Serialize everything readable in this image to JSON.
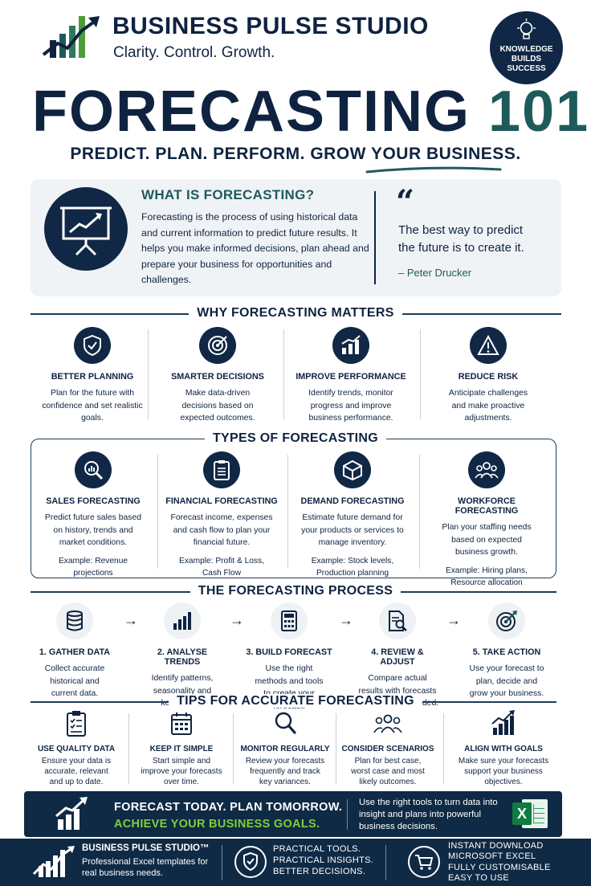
{
  "header": {
    "brand_name": "BUSINESS PULSE STUDIO",
    "tagline": "Clarity. Control. Growth.",
    "badge": "KNOWLEDGE\nBUILDS\nSUCCESS",
    "title_main": "FORECASTING",
    "title_num": "101",
    "subtitle": "PREDICT. PLAN. PERFORM. GROW YOUR BUSINESS."
  },
  "what": {
    "title": "WHAT IS FORECASTING?",
    "body": "Forecasting is the process of using historical data and current information to predict future results. It helps you make informed decisions, plan ahead and prepare your business for opportunities and challenges.",
    "quote_mark": "“",
    "quote": "The best way to predict the future is to create it.",
    "author": "– Peter Drucker"
  },
  "why": {
    "title": "WHY FORECASTING MATTERS",
    "items": [
      {
        "icon": "shield-check-icon",
        "title": "BETTER PLANNING",
        "body": "Plan for the future with confidence and set realistic goals."
      },
      {
        "icon": "target-icon",
        "title": "SMARTER DECISIONS",
        "body": "Make data-driven decisions based on expected outcomes."
      },
      {
        "icon": "bar-chart-up-icon",
        "title": "IMPROVE PERFORMANCE",
        "body": "Identify trends, monitor progress and improve business performance."
      },
      {
        "icon": "warning-icon",
        "title": "REDUCE RISK",
        "body": "Anticipate challenges and make proactive adjustments."
      }
    ]
  },
  "types": {
    "title": "TYPES OF FORECASTING",
    "items": [
      {
        "icon": "magnifier-chart-icon",
        "title": "SALES FORECASTING",
        "body": "Predict future sales based on history, trends and market conditions.",
        "example": "Example: Revenue projections"
      },
      {
        "icon": "clipboard-icon",
        "title": "FINANCIAL FORECASTING",
        "body": "Forecast income, expenses and cash flow to plan your financial future.",
        "example": "Example: Profit & Loss, Cash Flow"
      },
      {
        "icon": "box-icon",
        "title": "DEMAND FORECASTING",
        "body": "Estimate future demand for your products or services to manage inventory.",
        "example": "Example: Stock levels, Production planning"
      },
      {
        "icon": "people-icon",
        "title": "WORKFORCE FORECASTING",
        "body": "Plan your staffing needs based on expected business growth.",
        "example": "Example: Hiring plans, Resource allocation"
      }
    ]
  },
  "process": {
    "title": "THE FORECASTING PROCESS",
    "arrow": "→",
    "steps": [
      {
        "icon": "database-icon",
        "title": "1. GATHER DATA",
        "body": "Collect accurate historical and current data."
      },
      {
        "icon": "bar-chart-icon",
        "title": "2. ANALYSE TRENDS",
        "body": "Identify patterns, seasonality and key drivers."
      },
      {
        "icon": "calculator-icon",
        "title": "3. BUILD FORECAST",
        "body": "Use the right methods and tools to create your forecast."
      },
      {
        "icon": "document-search-icon",
        "title": "4. REVIEW & ADJUST",
        "body": "Compare actual results with forecasts and adjust as needed."
      },
      {
        "icon": "target-arrow-icon",
        "title": "5. TAKE ACTION",
        "body": "Use your forecast to plan, decide and grow your business."
      }
    ]
  },
  "tips": {
    "title": "TIPS FOR ACCURATE FORECASTING",
    "items": [
      {
        "icon": "checklist-icon",
        "title": "USE QUALITY DATA",
        "body": "Ensure your data is accurate, relevant and up to date."
      },
      {
        "icon": "calendar-icon",
        "title": "KEEP IT SIMPLE",
        "body": "Start simple and improve your forecasts over time."
      },
      {
        "icon": "search-icon",
        "title": "MONITOR REGULARLY",
        "body": "Review your forecasts frequently and track key variances."
      },
      {
        "icon": "group-icon",
        "title": "CONSIDER SCENARIOS",
        "body": "Plan for best case, worst case and most likely outcomes."
      },
      {
        "icon": "growth-chart-icon",
        "title": "ALIGN WITH GOALS",
        "body": "Make sure your forecasts support your business objectives."
      }
    ]
  },
  "banner": {
    "line1": "FORECAST TODAY. PLAN TOMORROW.",
    "line2": "ACHIEVE YOUR BUSINESS GOALS.",
    "right": "Use the right tools to turn data into insight and plans into powerful business decisions.",
    "excel_letter": "X"
  },
  "footer": {
    "brand": "BUSINESS PULSE STUDIO™",
    "brand_sub": "Professional Excel templates for real business needs.",
    "mid": "PRACTICAL TOOLS.\nPRACTICAL INSIGHTS.\nBETTER DECISIONS.",
    "right": "INSTANT DOWNLOAD\nMICROSOFT EXCEL\nFULLY CUSTOMISABLE\nEASY TO USE"
  },
  "colors": {
    "navy": "#0f2340",
    "teal": "#1f5a5b",
    "green": "#7ecf3b",
    "banner": "#0f2a45"
  }
}
